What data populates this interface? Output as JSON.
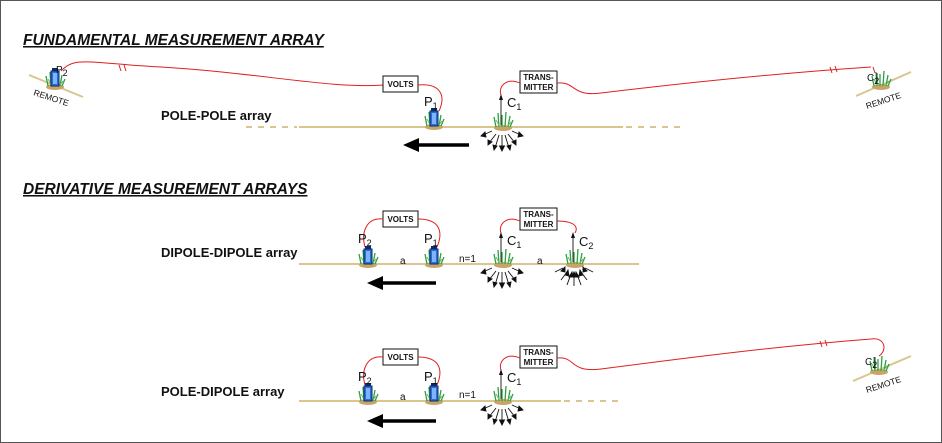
{
  "headers": {
    "fundamental": "FUNDAMENTAL MEASUREMENT ARRAY",
    "derivative": "DERIVATIVE MEASUREMENT ARRAYS"
  },
  "arrays": {
    "pole_pole": "POLE-POLE array",
    "dipole_dipole": "DIPOLE-DIPOLE array",
    "pole_dipole": "POLE-DIPOLE array"
  },
  "electrodes": {
    "P": "P",
    "C": "C",
    "sub1": "1",
    "sub2": "2"
  },
  "boxes": {
    "volts": "VOLTS",
    "trans_line1": "TRANS-",
    "trans_line2": "MITTER"
  },
  "remote": "REMOTE",
  "spacing": {
    "a": "a",
    "n": "n=1"
  },
  "colors": {
    "wire": "#e02020",
    "ground": "#d9c58f",
    "electrode": "#2a6fd6",
    "grass": "#2ea043"
  }
}
